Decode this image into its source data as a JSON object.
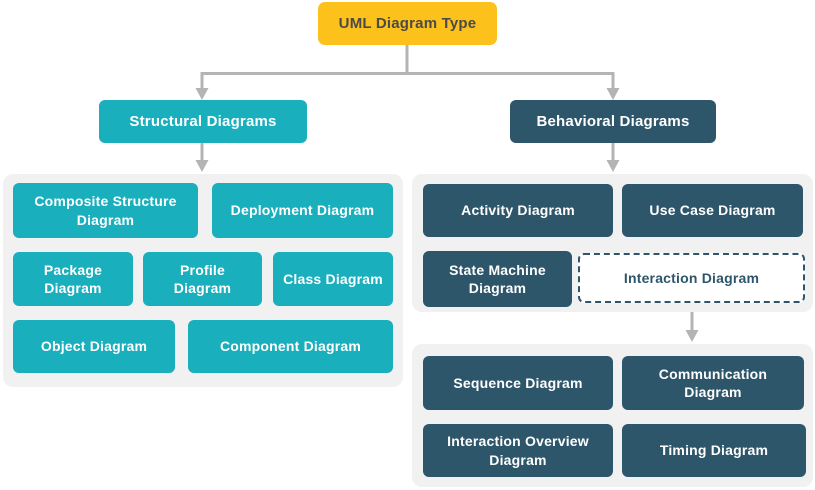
{
  "root": {
    "label": "UML Diagram Type",
    "color": "#FCC11B",
    "text_color": "#4A4A4A"
  },
  "branches": {
    "structural": {
      "label": "Structural Diagrams",
      "color": "#1AAFBC",
      "items": [
        "Composite Structure Diagram",
        "Deployment Diagram",
        "Package Diagram",
        "Profile Diagram",
        "Class Diagram",
        "Object Diagram",
        "Component Diagram"
      ]
    },
    "behavioral": {
      "label": "Behavioral Diagrams",
      "color": "#2E566A",
      "items": [
        "Activity Diagram",
        "Use Case Diagram",
        "State Machine Diagram",
        "Interaction Diagram"
      ],
      "interaction_children": [
        "Sequence Diagram",
        "Communication Diagram",
        "Interaction Overview Diagram",
        "Timing Diagram"
      ]
    }
  },
  "colors": {
    "group_background": "#F1F1F1",
    "connector": "#B4B4B4",
    "node_text": "#FFFFFF",
    "dashed_border": "#2E566A"
  }
}
